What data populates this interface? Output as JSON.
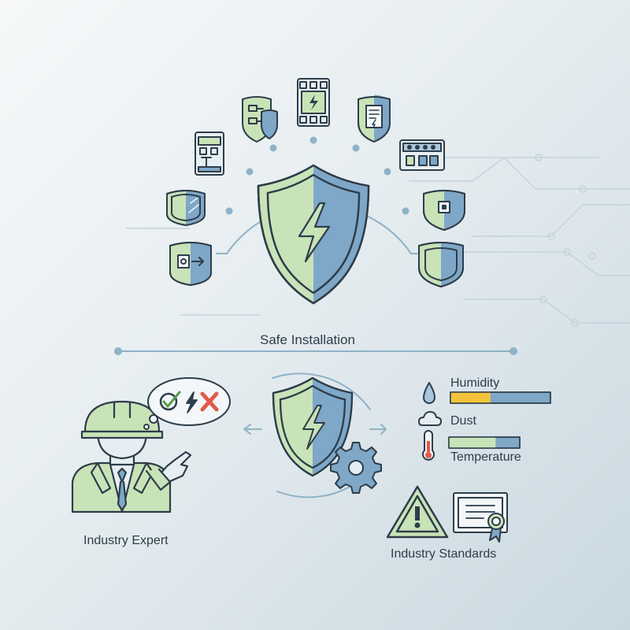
{
  "title": "Safe Installation",
  "expert_label": "Industry Expert",
  "standards_label": "Industry Standards",
  "conditions": [
    {
      "label": "Humidity",
      "level": 0.4
    },
    {
      "label": "Dust"
    },
    {
      "label": "Temperature",
      "level": 0.66
    }
  ],
  "colors": {
    "line": "#2d3d4a",
    "green": "#c9e3b8",
    "blue": "#7ea7c8",
    "light_blue": "#a9c6dc",
    "yellow": "#f5c33b",
    "red": "#e15b4a",
    "check_green": "#5a9a4c",
    "arc": "#8fb2c7"
  },
  "icons": [
    "shield-lightning-icon",
    "shield-circuit-icon",
    "circuit-breaker-icon",
    "shield-document-icon",
    "relay-module-icon",
    "terminal-block-icon",
    "shield-panel-icon",
    "shield-socket-icon",
    "shield-box-icon",
    "shield-export-icon",
    "shield-half-icon",
    "expert-person-icon",
    "speech-bubble-icon",
    "gear-icon",
    "droplet-icon",
    "cloud-icon",
    "thermometer-icon",
    "warning-triangle-icon",
    "certificate-icon"
  ]
}
